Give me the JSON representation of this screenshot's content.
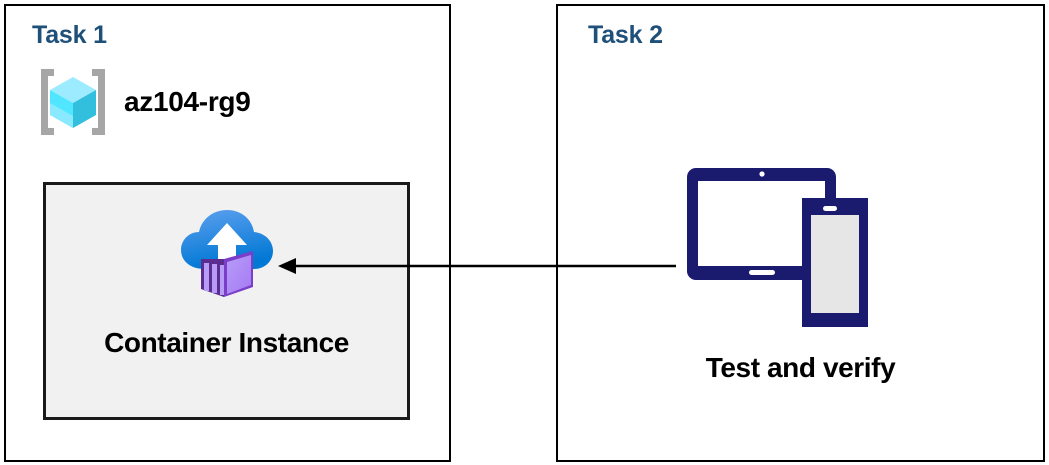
{
  "diagram": {
    "title": "Azure Container Instance task diagram",
    "background": "#ffffff",
    "colors": {
      "task_label": "#1F5079",
      "panel_border": "#000000",
      "card_fill": "#f1f1f1",
      "card_border": "#1a1a1a",
      "arrow": "#000000",
      "device_navy": "#1a1a6e",
      "device_screen": "#e6e6e6",
      "rg_bracket_grey": "#a6a6a6",
      "rg_cube_cyan": "#50e6ff",
      "aci_cloud_blue": "#0078d4",
      "aci_container_purple": "#a67af4"
    }
  },
  "panels": [
    {
      "id": "task1",
      "title": "Task 1",
      "resource_group": {
        "icon": "azure-resource-group-icon",
        "label": "az104-rg9"
      },
      "card": {
        "icon": "azure-container-instance-icon",
        "label": "Container Instance"
      }
    },
    {
      "id": "task2",
      "title": "Task 2",
      "device": {
        "icon": "tablet-and-phone-devices-icon",
        "label": "Test and verify"
      }
    }
  ],
  "connector": {
    "name": "arrow-task2-to-container-instance",
    "direction": "right-to-left",
    "from": "Test and verify",
    "to": "Container Instance"
  }
}
